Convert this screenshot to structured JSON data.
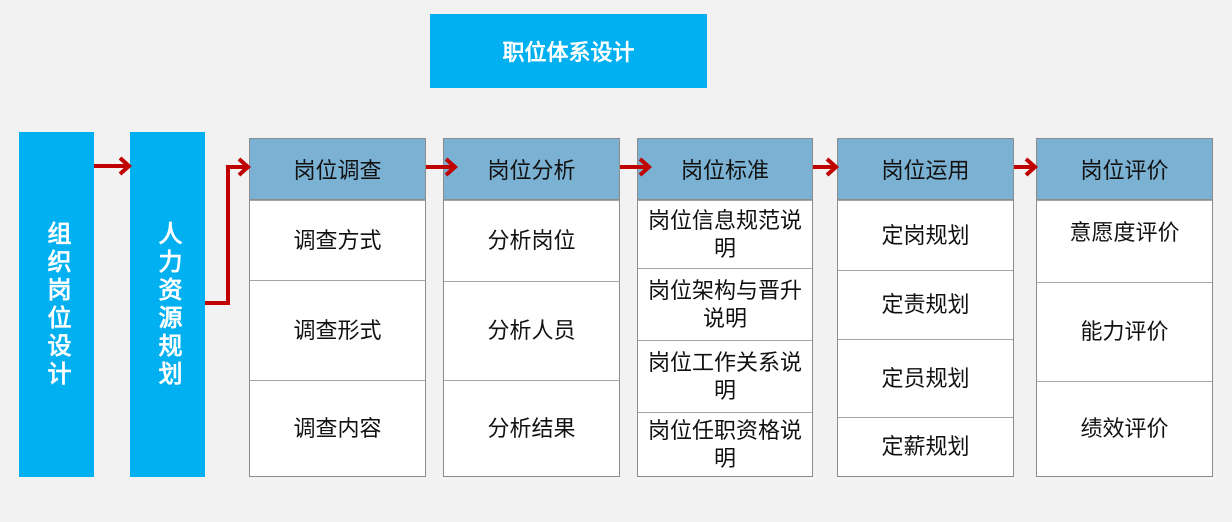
{
  "title": "职位体系设计",
  "left_bars": [
    "组织岗位设计",
    "人力资源规划"
  ],
  "columns": [
    {
      "header": "岗位调查",
      "items": [
        "调查方式",
        "调查形式",
        "调查内容"
      ]
    },
    {
      "header": "岗位分析",
      "items": [
        "分析岗位",
        "分析人员",
        "分析结果"
      ]
    },
    {
      "header": "岗位标准",
      "items": [
        "岗位信息规范说明",
        "岗位架构与晋升说明",
        "岗位工作关系说明",
        "岗位任职资格说明"
      ]
    },
    {
      "header": "岗位运用",
      "items": [
        "定岗规划",
        "定责规划",
        "定员规划",
        "定薪规划"
      ]
    },
    {
      "header": "岗位评价",
      "items": [
        "意愿度评价",
        "能力评价",
        "绩效评价"
      ]
    }
  ],
  "colors": {
    "title_bg": "#00b0f0",
    "header_bg": "#7bb1d2",
    "arrow": "#c00000"
  }
}
